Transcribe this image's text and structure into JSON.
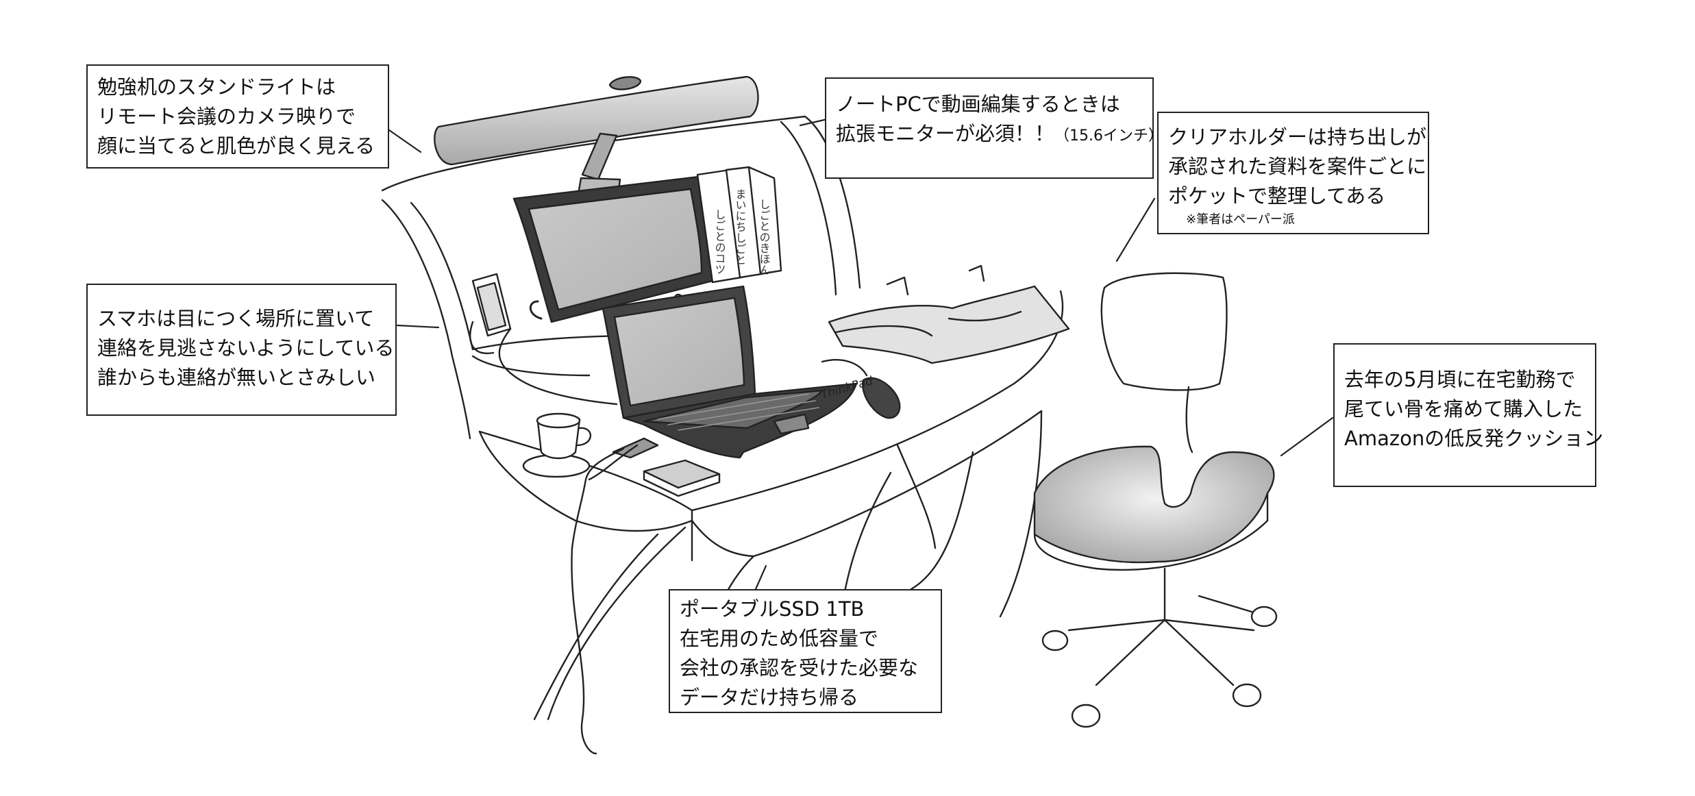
{
  "callouts": {
    "study_light": {
      "lines": [
        "勉強机のスタンドライトは",
        "リモート会議のカメラ映りで",
        "顔に当てると肌色が良く見える"
      ]
    },
    "monitor": {
      "line1": "ノートPCで動画編集するときは",
      "line2_main": "拡張モニターが必須！！",
      "line2_small": "（15.6インチ）"
    },
    "folder": {
      "lines": [
        "クリアホルダーは持ち出しが",
        "承認された資料を案件ごとに",
        "ポケットで整理してある"
      ],
      "note": "※筆者はペーパー派"
    },
    "phone": {
      "lines": [
        "スマホは目につく場所に置いて",
        "連絡を見逃さないようにしている",
        "誰からも連絡が無いとさみしい"
      ]
    },
    "cushion": {
      "lines": [
        "去年の5月頃に在宅勤務で",
        "尾てい骨を痛めて購入した",
        "Amazonの低反発クッション"
      ]
    },
    "ssd": {
      "lines": [
        "ポータブルSSD 1TB",
        "在宅用のため低容量で",
        "会社の承認を受けた必要な",
        "データだけ持ち帰る"
      ]
    }
  },
  "drawing": {
    "laptop_brand": "ThinkPad",
    "book_spines": [
      "しごとのコツ",
      "まいにちしごと",
      "しごとのきほん"
    ]
  }
}
